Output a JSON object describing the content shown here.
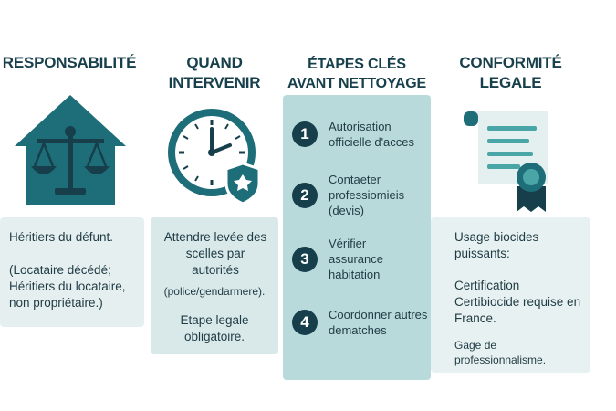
{
  "columns": [
    {
      "title_lines": [
        "RESPONSABILITÉ"
      ],
      "icon": "house-scales-icon",
      "text": [
        "Héritiers du défunt.",
        "(Locataire décédé; Héritiers du locataire, non propriétaire.)"
      ]
    },
    {
      "title_lines": [
        "QUAND",
        "INTERVENIR"
      ],
      "icon": "clock-shield-icon",
      "text": [
        "Attendre levée des scelles par autorités",
        "(police/gendarmere).",
        "Etape legale obligatoire."
      ]
    },
    {
      "title_lines": [
        "ÉTAPES CLÉS",
        "AVANT NETTOYAGE"
      ],
      "steps": [
        {
          "number": "1",
          "label": "Autorisation officielle d'acces"
        },
        {
          "number": "2",
          "label": "Contaeter professiomieis (devis)"
        },
        {
          "number": "3",
          "label": "Vérifier assurance habitation"
        },
        {
          "number": "4",
          "label": "Coordonner autres dematches"
        }
      ]
    },
    {
      "title_lines": [
        "CONFORMITÉ",
        "LEGALE"
      ],
      "icon": "certificate-ribbon-icon",
      "text": [
        "Usage biocides puissants:",
        "Certification Certibiocide requise en France.",
        "Gage de professionnalisme."
      ]
    }
  ],
  "colors": {
    "teal_dark": "#1d6e78",
    "navy": "#163f4b",
    "panel_light": "#e3eeef",
    "panel_mid": "#b9dadb"
  }
}
